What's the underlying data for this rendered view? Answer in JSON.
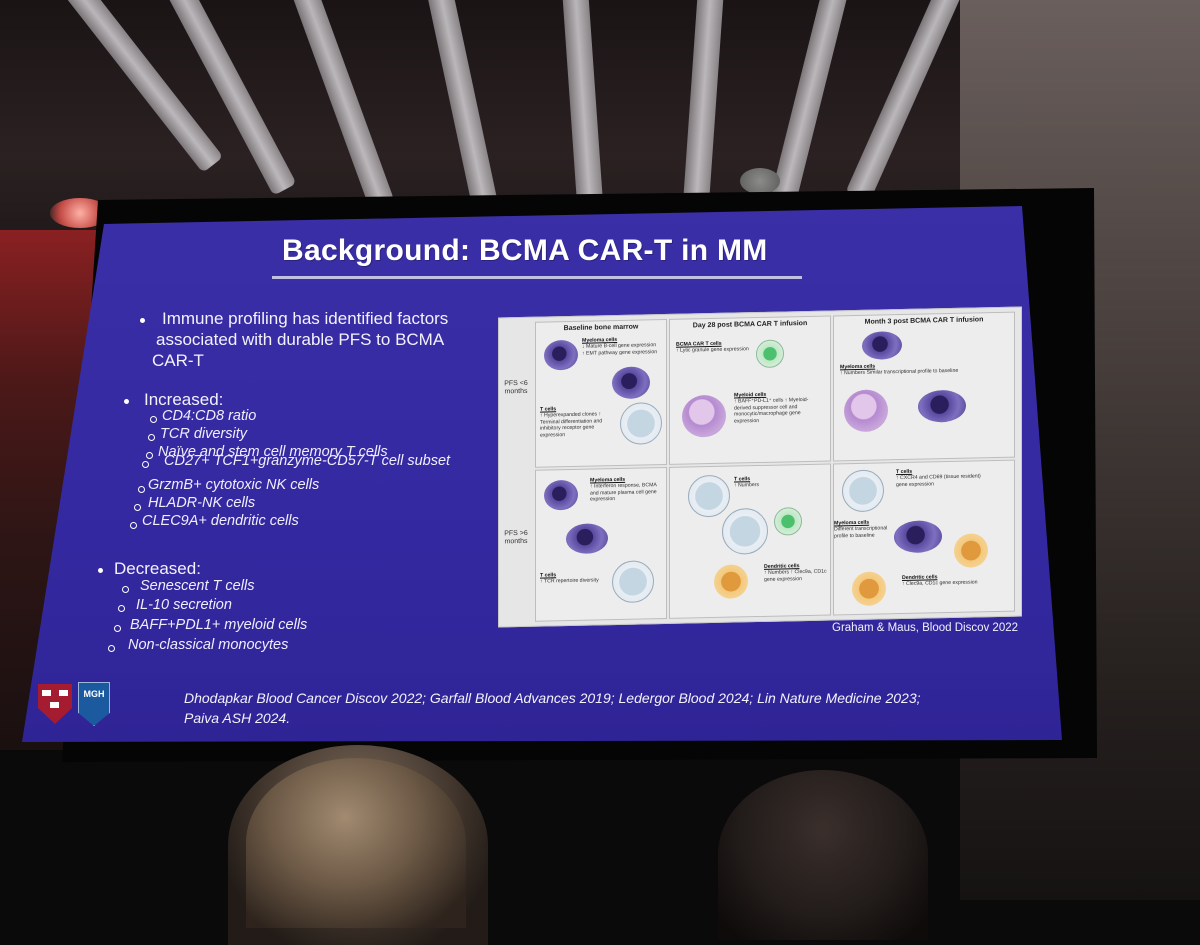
{
  "slide": {
    "title": "Background: BCMA CAR-T in MM",
    "intro": [
      "Immune profiling has identified factors",
      "associated with durable PFS to BCMA",
      "CAR-T"
    ],
    "increased_label": "Increased:",
    "increased_items": [
      "CD4:CD8 ratio",
      "TCR diversity",
      "Naïve and stem cell memory T cells",
      "CD27+ TCF1+granzyme-CD57-T cell subset",
      "GrzmB+ cytotoxic NK cells",
      "HLADR-NK cells",
      "CLEC9A+ dendritic cells"
    ],
    "decreased_label": "Decreased:",
    "decreased_items": [
      "Senescent T cells",
      "IL-10 secretion",
      "BAFF+PDL1+ myeloid cells",
      "Non-classical monocytes"
    ],
    "figure_credit": "Graham & Maus, Blood Discov 2022",
    "references": "Dhodapkar Blood Cancer Discov 2022; Garfall Blood Advances 2019; Ledergor Blood 2024; Lin Nature Medicine 2023; Paiva ASH 2024.",
    "logo_mgh": "MGH"
  },
  "figure": {
    "columns": [
      "Baseline bone marrow",
      "Day 28 post BCMA CAR T infusion",
      "Month 3 post BCMA CAR T infusion"
    ],
    "rows": [
      "PFS <6 months",
      "PFS >6 months"
    ],
    "panels": {
      "r1c1a": {
        "head": "Myeloma cells",
        "body": "↓ Mature B-cell gene expression ↑ EMT pathway gene expression"
      },
      "r1c1b": {
        "head": "T cells",
        "body": "↑ Hyperexpanded clones ↑ Terminal differentiation and inhibitory receptor gene expression"
      },
      "r1c2a": {
        "head": "BCMA CAR T cells",
        "body": "↑ Lytic granule gene expression"
      },
      "r1c2b": {
        "head": "Myeloid cells",
        "body": "↑ BAFF⁺PD-L1⁺ cells ↑ Myeloid-derived suppressor cell and monocytic/macrophage gene expression"
      },
      "r1c3a": {
        "head": "Myeloma cells",
        "body": "↑ Numbers Similar transcriptional profile to baseline"
      },
      "r2c1a": {
        "head": "Myeloma cells",
        "body": "↑ Interferon response, BCMA and mature plasma cell gene expression"
      },
      "r2c1b": {
        "head": "T cells",
        "body": "↑ TCR repertoire diversity"
      },
      "r2c2a": {
        "head": "T cells",
        "body": "↑ Numbers"
      },
      "r2c2b": {
        "head": "Dendritic cells",
        "body": "↑ Numbers ↑ Clec9a, CD1c gene expression"
      },
      "r2c3a": {
        "head": "T cells",
        "body": "↑ CXCR4 and CD69 (tissue resident) gene expression"
      },
      "r2c3b": {
        "head": "Myeloma cells",
        "body": "Different transcriptional profile to baseline"
      },
      "r2c3c": {
        "head": "Dendritic cells",
        "body": "↑ Clec9a, CD1c gene expression"
      }
    }
  }
}
